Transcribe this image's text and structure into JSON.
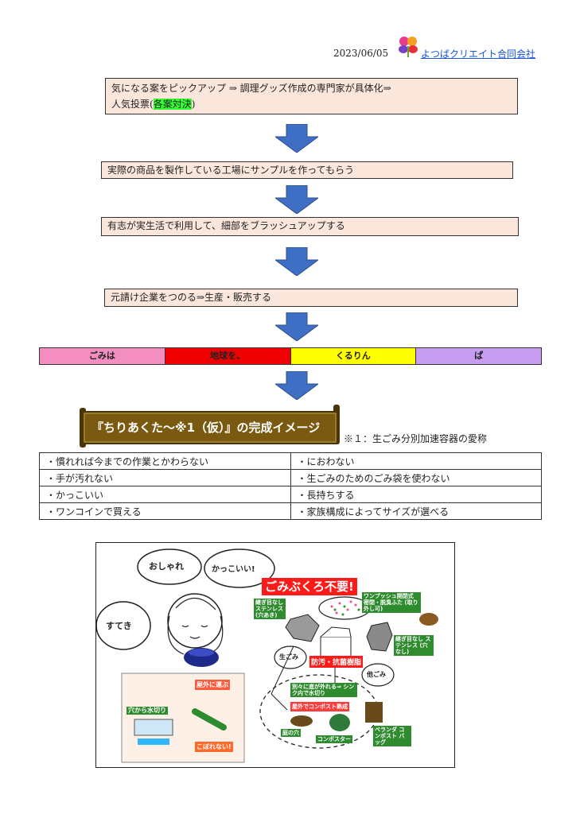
{
  "header": {
    "date": "2023/06/05",
    "company": "よつばクリエイト合同会社"
  },
  "flow": {
    "step1_a": "気になる案をピックアップ ⇒ 調理グッズ作成の専門家が具体化⇒",
    "step1_b_prefix": "人気投票(",
    "step1_b_highlight": "各案対決",
    "step1_b_suffix": ")",
    "step2": "実際の商品を製作している工場にサンプルを作ってもらう",
    "step3": "有志が実生活で利用して、細部をブラッシュアップする",
    "step4": "元請け企業をつのる⇒生産・販売する"
  },
  "slogan": [
    {
      "text": "ごみは",
      "color": "#f58ec0"
    },
    {
      "text": "地球を、",
      "color": "#ee0000"
    },
    {
      "text": "くるりん",
      "color": "#ffff00"
    },
    {
      "text": "ぱ",
      "color": "#c59cf0"
    }
  ],
  "banner": {
    "title": "『ちりあくた～※1（仮）』の完成イメージ",
    "footnote": "※１：生ごみ分別加速容器の愛称"
  },
  "features": [
    [
      "・慣れれば今までの作業とかわらない",
      "・におわない"
    ],
    [
      "・手が汚れない",
      "・生ごみのためのごみ袋を使わない"
    ],
    [
      "・かっこいい",
      "・長持ちする"
    ],
    [
      "・ワンコインで買える",
      "・家族構成によってサイズが選べる"
    ]
  ],
  "illustration": {
    "bubble1": "おしゃれ",
    "bubble2": "かっこいい!",
    "bubble3": "すてき",
    "headline": "ごみぶくろ不要!",
    "tag_steel_holes": "継ぎ目なし ステンレス (穴あき)",
    "tag_lid": "ワンプッシュ開閉式 密閉・脱臭ふた (取り外し可)",
    "tag_steel_plain": "継ぎ目なし ステンレス (穴なし)",
    "tag_resin": "防汚・抗菌樹脂",
    "tag_bottom": "別々に底が外れる⇒ シンク内で水切り",
    "tag_compost": "屋外でコンポスト熟成",
    "tag_composter": "コンポスター",
    "tag_veranda": "ベランダ コンポスト バッグ",
    "tag_hole": "庭の穴",
    "raw_garbage": "生ごみ",
    "other_garbage": "他ごみ",
    "inset_out": "屋外に運ぶ",
    "inset_drain": "穴から水切り",
    "inset_nospill": "こぼれない!"
  }
}
